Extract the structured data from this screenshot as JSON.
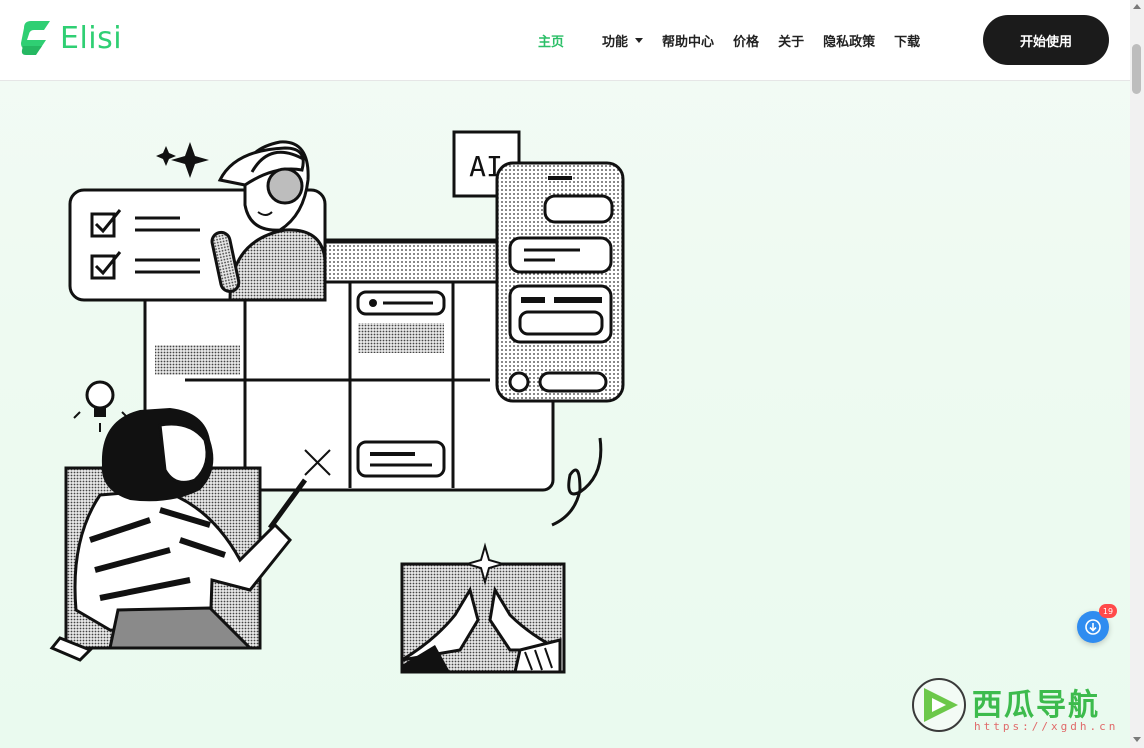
{
  "brand": {
    "name": "Elisi",
    "color": "#2fcf73"
  },
  "nav": {
    "items": [
      {
        "label": "主页",
        "active": true
      },
      {
        "label": "功能",
        "dropdown": true
      },
      {
        "label": "帮助中心"
      },
      {
        "label": "价格"
      },
      {
        "label": "关于"
      },
      {
        "label": "隐私政策"
      },
      {
        "label": "下载"
      }
    ],
    "cta_label": "开始使用"
  },
  "hero": {
    "ai_label": "AI"
  },
  "widget": {
    "badge_count": "19",
    "color": "#2f8cf0"
  },
  "watermark": {
    "title": "西瓜导航",
    "url": "https://xgdh.cn"
  }
}
